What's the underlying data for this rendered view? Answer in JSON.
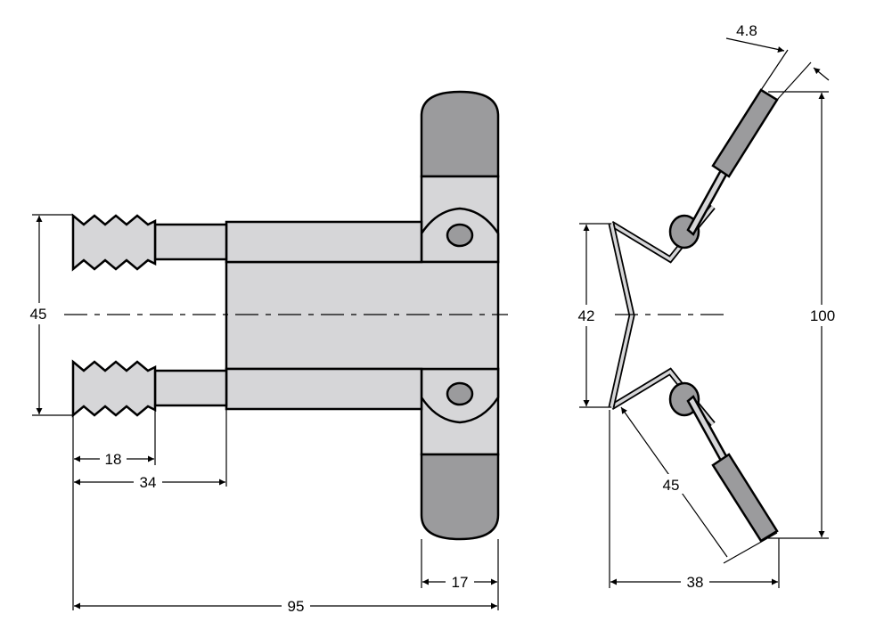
{
  "colors": {
    "body": "#d6d6d8",
    "grip": "#9b9b9d",
    "line": "#000000",
    "background": "#ffffff"
  },
  "dimensions": {
    "front": {
      "pin_spacing": "45",
      "grip_length": "18",
      "pin_length": "34",
      "handle_width": "17",
      "overall_length": "95"
    },
    "side": {
      "wire_diameter": "4.8",
      "arm_length": "45",
      "hinge_span": "42",
      "overall_height": "100",
      "overall_width": "38"
    }
  }
}
